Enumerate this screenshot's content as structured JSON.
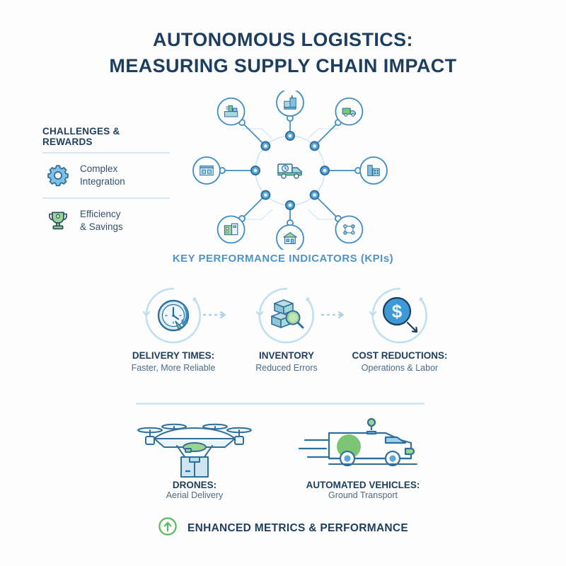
{
  "colors": {
    "background": "#fdfdfe",
    "navy": "#1d3e5e",
    "heading_blue": "#4e94c4",
    "body_slate": "#4a6a86",
    "rule_light_blue": "#cfe6f2",
    "node_blue": "#3d8dc4",
    "icon_blue_fill": "#7fc0e3",
    "icon_teal_fill": "#a9d7de",
    "green": "#7cc576",
    "green_light": "#9bd48f"
  },
  "title": {
    "line1": "AUTONOMOUS LOGISTICS:",
    "line2": "MEASURING SUPPLY CHAIN IMPACT"
  },
  "sidebar": {
    "heading": "CHALLENGES & REWARDS",
    "items": [
      {
        "icon": "gear-icon",
        "line1": "Complex",
        "line2": "Integration"
      },
      {
        "icon": "trophy-icon",
        "line1": "Efficiency",
        "line2": "& Savings"
      }
    ]
  },
  "network": {
    "center_icon": "delivery-truck-icon",
    "nodes": [
      {
        "icon": "factory-icon",
        "angle": -90
      },
      {
        "icon": "truck-icon",
        "angle": -45
      },
      {
        "icon": "buildings-icon",
        "angle": 0
      },
      {
        "icon": "network-icon",
        "angle": 45
      },
      {
        "icon": "store-icon",
        "angle": 90
      },
      {
        "icon": "depot-icon",
        "angle": 135
      },
      {
        "icon": "warehouse-icon",
        "angle": 180
      },
      {
        "icon": "plant-icon",
        "angle": -135
      }
    ]
  },
  "kpi_section": {
    "heading": "KEY PERFORMANCE INDICATORS (KPIs)",
    "items": [
      {
        "icon": "clock-icon",
        "title": "DELIVERY TIMES:",
        "sub": "Faster, More Reliable"
      },
      {
        "icon": "boxes-search-icon",
        "title": "INVENTORY",
        "sub": "Reduced Errors"
      },
      {
        "icon": "dollar-coin-icon",
        "title": "COST REDUCTIONS:",
        "sub": "Operations & Labor"
      }
    ]
  },
  "vehicles": {
    "items": [
      {
        "icon": "drone-icon",
        "title": "DRONES:",
        "sub": "Aerial Delivery"
      },
      {
        "icon": "automated-van-icon",
        "title": "AUTOMATED VEHICLES:",
        "sub": "Ground Transport"
      }
    ]
  },
  "footer": {
    "icon": "arrow-up-circle-icon",
    "label": "ENHANCED METRICS & PERFORMANCE"
  }
}
